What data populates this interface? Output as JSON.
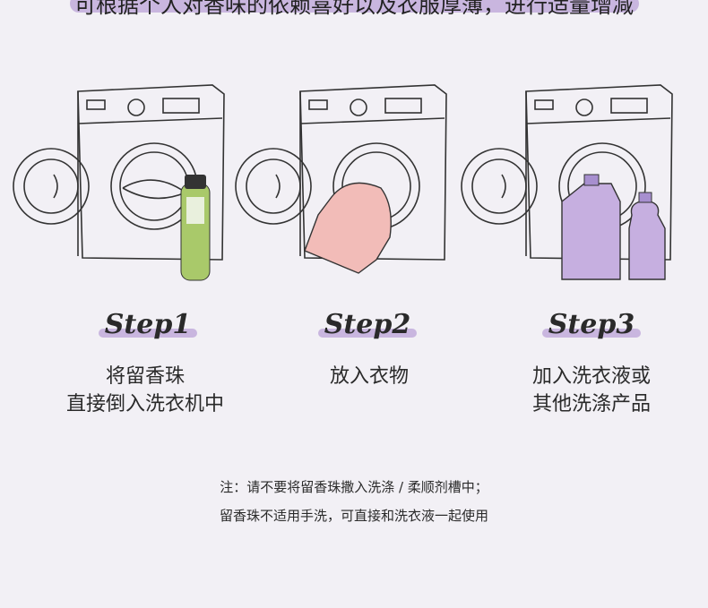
{
  "header": {
    "text": "可根据个人对香味的依赖喜好以及衣服厚薄，进行适量增减"
  },
  "colors": {
    "accent": "#c9b6df",
    "background": "#f2f0f5",
    "bottle_green": "#a9c96a",
    "shirt_pink": "#f2bcb8",
    "detergent_purple": "#c6afe0"
  },
  "steps": [
    {
      "label": "Step1",
      "lines": [
        "将留香珠",
        "直接倒入洗衣机中"
      ],
      "icon": "washing-machine-with-bottle"
    },
    {
      "label": "Step2",
      "lines": [
        "放入衣物"
      ],
      "icon": "washing-machine-with-clothes"
    },
    {
      "label": "Step3",
      "lines": [
        "加入洗衣液或",
        "其他洗涤产品"
      ],
      "icon": "washing-machine-with-detergent"
    }
  ],
  "notes": [
    "注：请不要将留香珠撒入洗涤 / 柔顺剂槽中；",
    "留香珠不适用手洗，可直接和洗衣液一起使用"
  ]
}
